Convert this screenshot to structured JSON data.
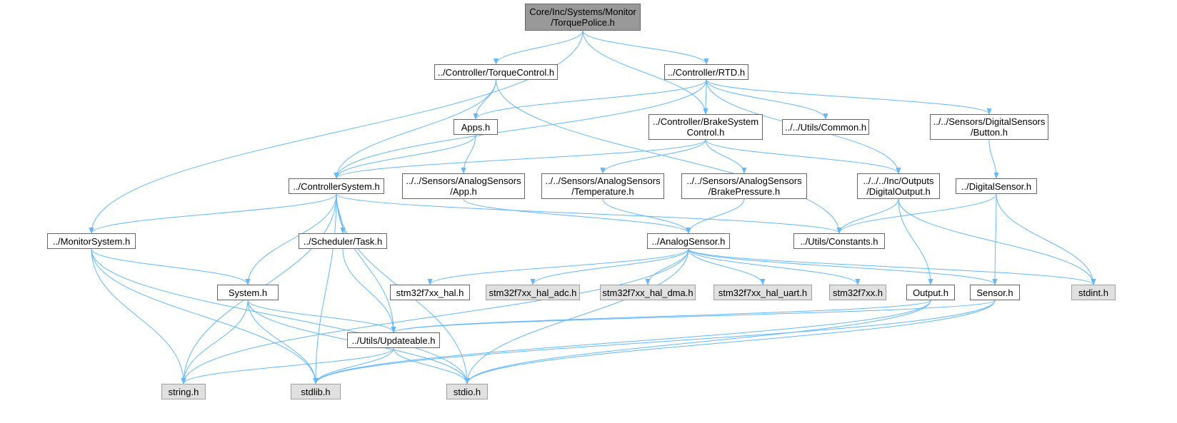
{
  "colors": {
    "edge": "#63b8ff",
    "node_border": "#666666",
    "node_fill": "#ffffff",
    "system_fill": "#e0e0e0",
    "root_fill": "#999999"
  },
  "nodes": [
    {
      "id": "torquepolice",
      "lines": [
        "Core/Inc/Systems/Monitor",
        "/TorquePolice.h"
      ],
      "kind": "root"
    },
    {
      "id": "torquecontrol",
      "lines": [
        "../Controller/TorqueControl.h"
      ],
      "kind": "file"
    },
    {
      "id": "rtd",
      "lines": [
        "../Controller/RTD.h"
      ],
      "kind": "file"
    },
    {
      "id": "apps",
      "lines": [
        "Apps.h"
      ],
      "kind": "file"
    },
    {
      "id": "brakesystem",
      "lines": [
        "../Controller/BrakeSystem",
        "Control.h"
      ],
      "kind": "file"
    },
    {
      "id": "common",
      "lines": [
        "../../Utils/Common.h"
      ],
      "kind": "file"
    },
    {
      "id": "button",
      "lines": [
        "../../Sensors/DigitalSensors",
        "/Button.h"
      ],
      "kind": "file"
    },
    {
      "id": "controllersystem",
      "lines": [
        "../ControllerSystem.h"
      ],
      "kind": "file"
    },
    {
      "id": "app",
      "lines": [
        "../../Sensors/AnalogSensors",
        "/App.h"
      ],
      "kind": "file"
    },
    {
      "id": "temperature",
      "lines": [
        "../../Sensors/AnalogSensors",
        "/Temperature.h"
      ],
      "kind": "file"
    },
    {
      "id": "brakepressure",
      "lines": [
        "../../Sensors/AnalogSensors",
        "/BrakePressure.h"
      ],
      "kind": "file"
    },
    {
      "id": "digitaloutput",
      "lines": [
        "../../../Inc/Outputs",
        "/DigitalOutput.h"
      ],
      "kind": "file"
    },
    {
      "id": "digitalsensor",
      "lines": [
        "../DigitalSensor.h"
      ],
      "kind": "file"
    },
    {
      "id": "monitorsystem",
      "lines": [
        "../MonitorSystem.h"
      ],
      "kind": "file"
    },
    {
      "id": "task",
      "lines": [
        "../Scheduler/Task.h"
      ],
      "kind": "file"
    },
    {
      "id": "analogsensor",
      "lines": [
        "../AnalogSensor.h"
      ],
      "kind": "file"
    },
    {
      "id": "constants",
      "lines": [
        "../Utils/Constants.h"
      ],
      "kind": "file"
    },
    {
      "id": "system",
      "lines": [
        "System.h"
      ],
      "kind": "file"
    },
    {
      "id": "hal",
      "lines": [
        "stm32f7xx_hal.h"
      ],
      "kind": "file"
    },
    {
      "id": "hal_adc",
      "lines": [
        "stm32f7xx_hal_adc.h"
      ],
      "kind": "sys"
    },
    {
      "id": "hal_dma",
      "lines": [
        "stm32f7xx_hal_dma.h"
      ],
      "kind": "sys"
    },
    {
      "id": "hal_uart",
      "lines": [
        "stm32f7xx_hal_uart.h"
      ],
      "kind": "sys"
    },
    {
      "id": "stm32f7xx",
      "lines": [
        "stm32f7xx.h"
      ],
      "kind": "sys"
    },
    {
      "id": "output",
      "lines": [
        "Output.h"
      ],
      "kind": "file"
    },
    {
      "id": "sensor",
      "lines": [
        "Sensor.h"
      ],
      "kind": "file"
    },
    {
      "id": "stdint",
      "lines": [
        "stdint.h"
      ],
      "kind": "sys"
    },
    {
      "id": "updateable",
      "lines": [
        "../Utils/Updateable.h"
      ],
      "kind": "file"
    },
    {
      "id": "string",
      "lines": [
        "string.h"
      ],
      "kind": "sys"
    },
    {
      "id": "stdlib",
      "lines": [
        "stdlib.h"
      ],
      "kind": "sys"
    },
    {
      "id": "stdio",
      "lines": [
        "stdio.h"
      ],
      "kind": "sys"
    }
  ],
  "edges": [
    [
      "torquepolice",
      "torquecontrol"
    ],
    [
      "torquepolice",
      "rtd"
    ],
    [
      "torquepolice",
      "brakesystem"
    ],
    [
      "torquepolice",
      "monitorsystem"
    ],
    [
      "torquecontrol",
      "apps"
    ],
    [
      "torquecontrol",
      "controllersystem"
    ],
    [
      "torquecontrol",
      "constants"
    ],
    [
      "rtd",
      "apps"
    ],
    [
      "rtd",
      "brakesystem"
    ],
    [
      "rtd",
      "common"
    ],
    [
      "rtd",
      "button"
    ],
    [
      "rtd",
      "controllersystem"
    ],
    [
      "rtd",
      "digitaloutput"
    ],
    [
      "apps",
      "controllersystem"
    ],
    [
      "apps",
      "app"
    ],
    [
      "brakesystem",
      "controllersystem"
    ],
    [
      "brakesystem",
      "temperature"
    ],
    [
      "brakesystem",
      "brakepressure"
    ],
    [
      "brakesystem",
      "digitaloutput"
    ],
    [
      "button",
      "digitalsensor"
    ],
    [
      "controllersystem",
      "monitorsystem"
    ],
    [
      "controllersystem",
      "task"
    ],
    [
      "controllersystem",
      "constants"
    ],
    [
      "controllersystem",
      "system"
    ],
    [
      "controllersystem",
      "updateable"
    ],
    [
      "controllersystem",
      "string"
    ],
    [
      "controllersystem",
      "stdlib"
    ],
    [
      "controllersystem",
      "stdio"
    ],
    [
      "app",
      "analogsensor"
    ],
    [
      "temperature",
      "analogsensor"
    ],
    [
      "brakepressure",
      "analogsensor"
    ],
    [
      "digitaloutput",
      "constants"
    ],
    [
      "digitaloutput",
      "output"
    ],
    [
      "digitaloutput",
      "stdint"
    ],
    [
      "digitalsensor",
      "constants"
    ],
    [
      "digitalsensor",
      "sensor"
    ],
    [
      "digitalsensor",
      "stdint"
    ],
    [
      "monitorsystem",
      "system"
    ],
    [
      "monitorsystem",
      "string"
    ],
    [
      "monitorsystem",
      "stdlib"
    ],
    [
      "monitorsystem",
      "stdio"
    ],
    [
      "task",
      "updateable"
    ],
    [
      "analogsensor",
      "hal"
    ],
    [
      "analogsensor",
      "hal_adc"
    ],
    [
      "analogsensor",
      "hal_dma"
    ],
    [
      "analogsensor",
      "hal_uart"
    ],
    [
      "analogsensor",
      "stm32f7xx"
    ],
    [
      "analogsensor",
      "sensor"
    ],
    [
      "analogsensor",
      "stdint"
    ],
    [
      "analogsensor",
      "string"
    ],
    [
      "analogsensor",
      "stdio"
    ],
    [
      "system",
      "updateable"
    ],
    [
      "system",
      "string"
    ],
    [
      "system",
      "stdlib"
    ],
    [
      "system",
      "stdio"
    ],
    [
      "output",
      "updateable"
    ],
    [
      "output",
      "stdlib"
    ],
    [
      "output",
      "stdio"
    ],
    [
      "sensor",
      "updateable"
    ],
    [
      "sensor",
      "stdlib"
    ],
    [
      "sensor",
      "stdio"
    ],
    [
      "updateable",
      "string"
    ],
    [
      "updateable",
      "stdlib"
    ],
    [
      "updateable",
      "stdio"
    ]
  ]
}
